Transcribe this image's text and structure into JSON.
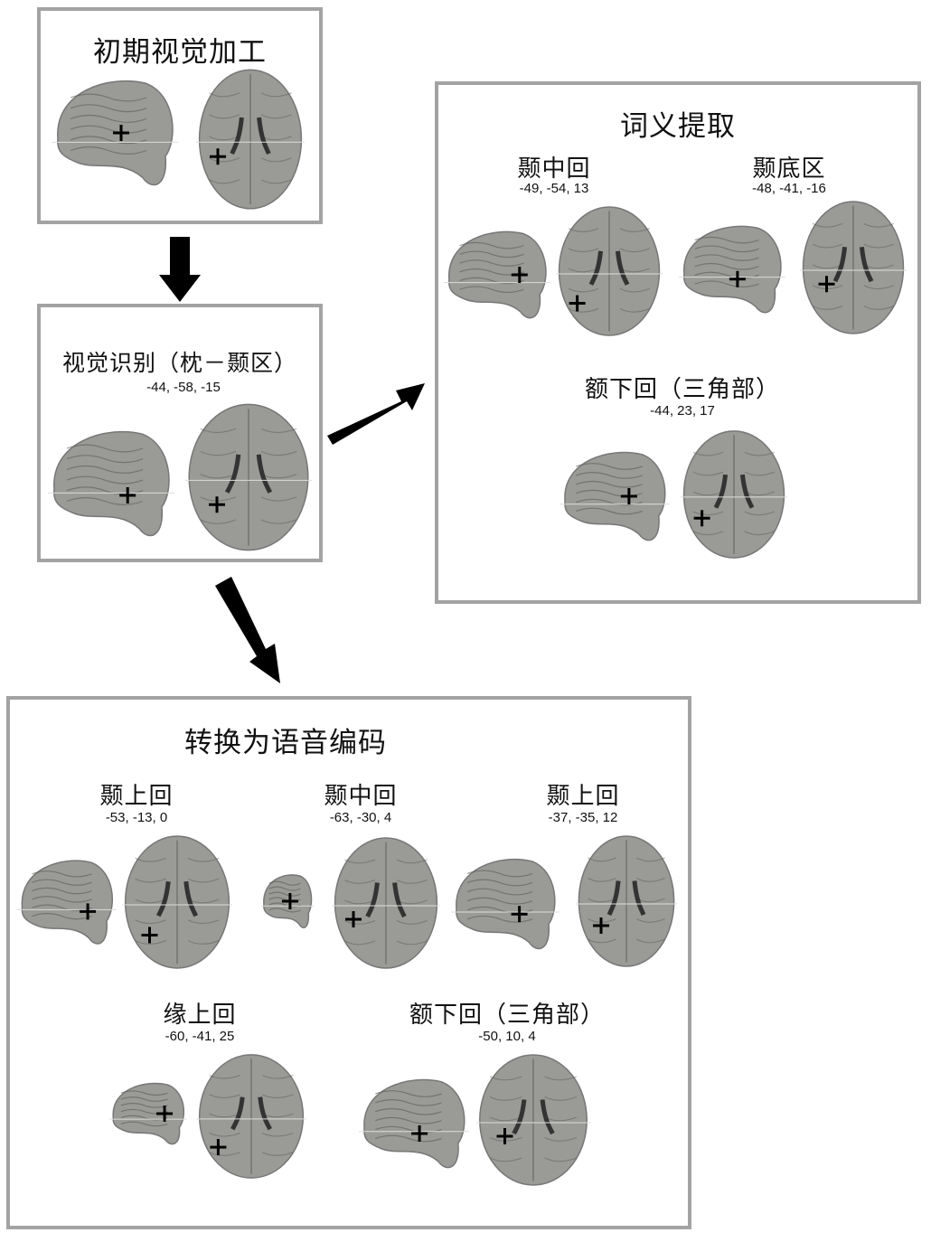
{
  "early": {
    "title": "初期视觉加工"
  },
  "recognition": {
    "title": "视觉识别（枕－颞区）",
    "coord": "-44, -58, -15"
  },
  "semantic": {
    "title": "词义提取",
    "regions": [
      {
        "label": "颞中回",
        "coord": "-49, -54, 13"
      },
      {
        "label": "颞底区",
        "coord": "-48, -41, -16"
      },
      {
        "label": "额下回（三角部）",
        "coord": "-44, 23, 17"
      }
    ]
  },
  "phonological": {
    "title": "转换为语音编码",
    "regions": [
      {
        "label": "颞上回",
        "coord": "-53, -13, 0"
      },
      {
        "label": "颞中回",
        "coord": "-63, -30, 4"
      },
      {
        "label": "颞上回",
        "coord": "-37, -35, 12"
      },
      {
        "label": "缘上回",
        "coord": "-60, -41, 25"
      },
      {
        "label": "额下回（三角部）",
        "coord": "-50, 10, 4"
      }
    ]
  },
  "colors": {
    "border": "#a3a3a3",
    "brain_fill": "#9a9a96",
    "brain_dark": "#5a5a58",
    "arrow": "#000000"
  }
}
